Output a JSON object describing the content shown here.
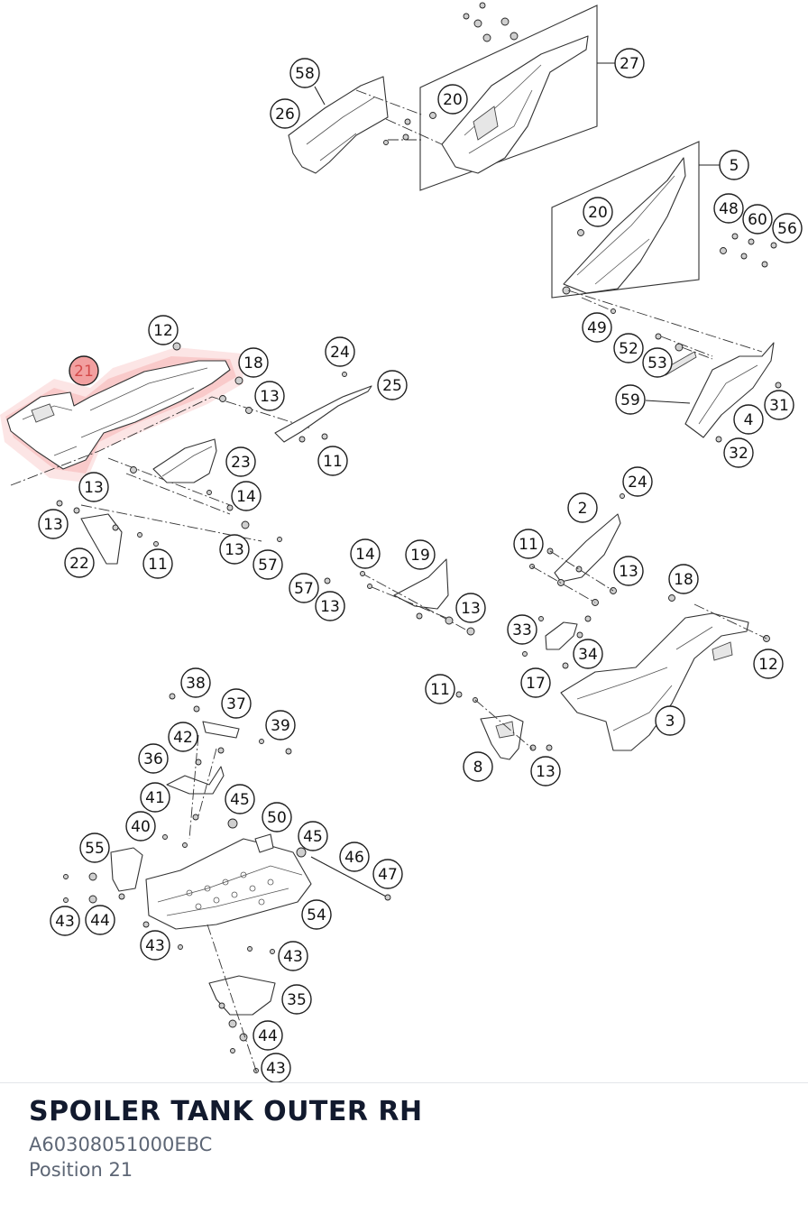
{
  "diagram": {
    "highlight_color": "#f2a0a0",
    "selected_callout": "21",
    "callouts": [
      "58",
      "26",
      "20",
      "27",
      "5",
      "20",
      "48",
      "60",
      "56",
      "49",
      "52",
      "53",
      "31",
      "59",
      "4",
      "32",
      "12",
      "21",
      "18",
      "24",
      "13",
      "25",
      "11",
      "23",
      "14",
      "13",
      "13",
      "22",
      "11",
      "13",
      "57",
      "57",
      "13",
      "14",
      "19",
      "13",
      "24",
      "2",
      "11",
      "13",
      "18",
      "12",
      "33",
      "34",
      "17",
      "3",
      "11",
      "8",
      "13",
      "38",
      "37",
      "39",
      "42",
      "36",
      "41",
      "40",
      "45",
      "50",
      "45",
      "46",
      "47",
      "55",
      "43",
      "44",
      "43",
      "54",
      "43",
      "35",
      "44",
      "43"
    ]
  },
  "part": {
    "name": "SPOILER TANK OUTER RH",
    "number": "A60308051000EBC",
    "position": "Position 21"
  }
}
